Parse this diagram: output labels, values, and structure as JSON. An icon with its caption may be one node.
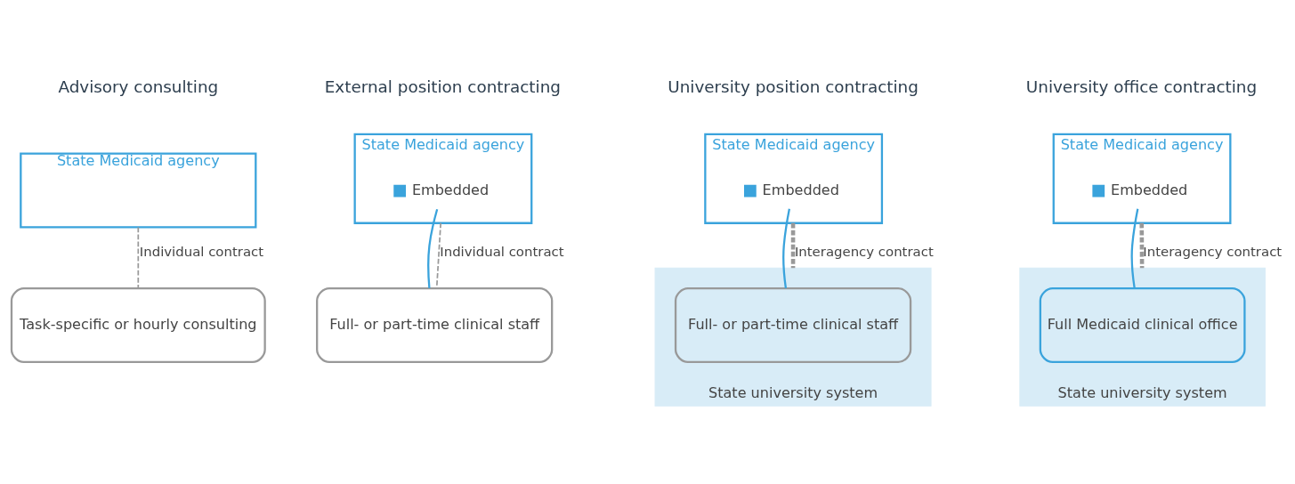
{
  "diagram": {
    "nodes": [
      {
        "text": [
          "State Medicaid agency"
        ]
      },
      {
        "text": [
          "Task-specific or hourly consulting"
        ]
      },
      {
        "text": [
          "State Medicaid agency"
        ]
      },
      {
        "text": [
          "Embedded"
        ],
        "in": 2
      },
      {
        "text": [
          "Full- or part-time clinical staff"
        ]
      },
      {
        "text": [
          "State Medicaid agency"
        ]
      },
      {
        "text": [
          "Embedded"
        ],
        "in": 5
      },
      {
        "text": [
          "State university system"
        ]
      },
      {
        "text": [
          "Full- or part-time clinical staff"
        ],
        "in": 7
      },
      {
        "text": [
          "State Medicaid agency"
        ]
      },
      {
        "text": [
          "Embedded"
        ],
        "in": 9
      },
      {
        "text": [
          "State university system"
        ]
      },
      {
        "text": [
          "Full Medicaid clinical office"
        ],
        "in": 11
      }
    ],
    "edges": [
      {
        "from": 0,
        "to": 1,
        "arrow": "none",
        "style": "dashed",
        "label": "Individual contract"
      },
      {
        "from": 3,
        "to": 4,
        "arrow": "none",
        "color": "#3aa3dc"
      },
      {
        "from": 2,
        "to": 4,
        "arrow": "none",
        "style": "dashed",
        "label": "Individual contract"
      },
      {
        "from": 6,
        "to": 8,
        "arrow": "none",
        "color": "#3aa3dc"
      },
      {
        "from": 5,
        "to": 7,
        "arrow": "none",
        "style": "dashed",
        "label": "Interagency contract"
      },
      {
        "from": 10,
        "to": 12,
        "arrow": "none",
        "color": "#3aa3dc"
      },
      {
        "from": 9,
        "to": 11,
        "arrow": "none",
        "style": "dashed",
        "label": "Interagency contract"
      }
    ],
    "labels": [
      "Advisory consulting",
      "External position contracting",
      "University position contracting",
      "University office contracting"
    ]
  }
}
